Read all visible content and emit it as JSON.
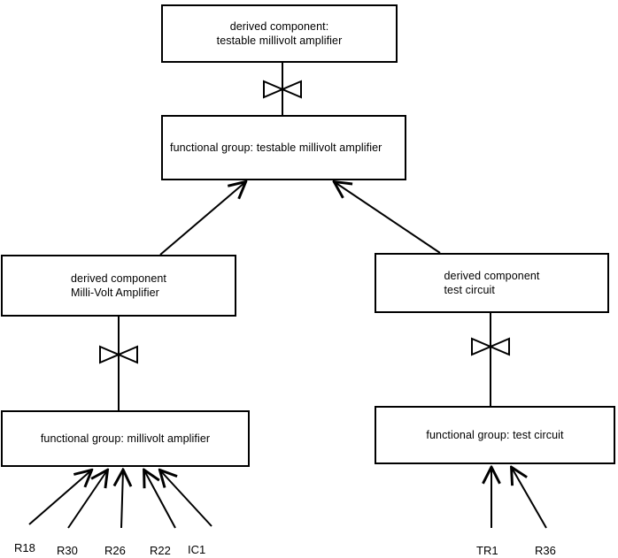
{
  "diagram": {
    "title": "derived component decomposition diagram",
    "background_color": "#ffffff",
    "line_color": "#000000",
    "nodes": {
      "derived_testable_amp": {
        "label": "derived component:\ntestable millivolt amplifier",
        "kind": "derived component"
      },
      "fg_testable_amp": {
        "label": "functional group: testable millivolt amplifier",
        "kind": "functional group"
      },
      "derived_mv_amp": {
        "label": "derived component\nMilli-Volt Amplifier",
        "kind": "derived component"
      },
      "derived_test_circuit": {
        "label": "derived component\ntest circuit",
        "kind": "derived component"
      },
      "fg_mv_amp": {
        "label": "functional group: millivolt amplifier",
        "kind": "functional group"
      },
      "fg_test_circuit": {
        "label": "functional group: test circuit",
        "kind": "functional group"
      }
    },
    "leaf_labels": {
      "r18": "R18",
      "r30": "R30",
      "r26": "R26",
      "r22": "R22",
      "ic1": "IC1",
      "tr1": "TR1",
      "r36": "R36"
    },
    "connectors": {
      "bowtie_symbol_name": "bowtie-realization-icon",
      "bowtie_count": 3,
      "arrow_symbol_name": "open-arrowhead",
      "arrow_count": 9
    }
  }
}
